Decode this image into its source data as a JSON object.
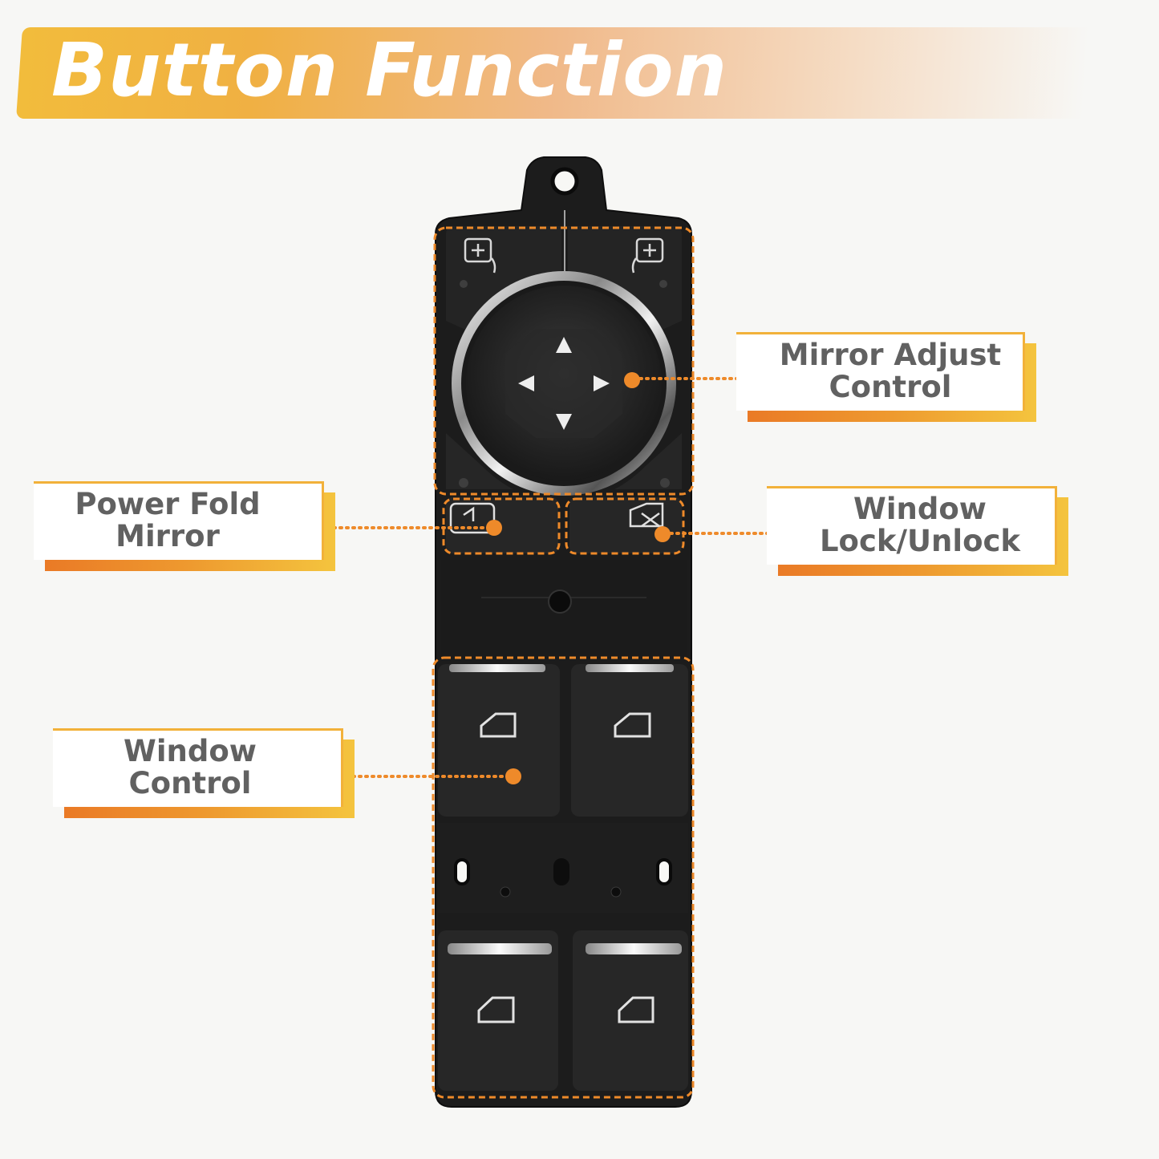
{
  "header": {
    "title": "Button Function"
  },
  "colors": {
    "accent": "#ee8a2a",
    "dark": "#1e1e1e",
    "label_text": "#616161"
  },
  "icons": {
    "mirror_left": "mirror-select-left-icon",
    "mirror_right": "mirror-select-right-icon",
    "mirror_joystick": "direction-arrows-icon",
    "power_fold": "power-fold-icon",
    "window_lock": "window-lock-icon",
    "window": "window-icon"
  },
  "callouts": {
    "mirror_adjust": {
      "line1": "Mirror Adjust",
      "line2": "Control"
    },
    "power_fold": {
      "line1": "Power Fold",
      "line2": "Mirror"
    },
    "window_lock": {
      "line1": "Window",
      "line2": "Lock/Unlock"
    },
    "window_control": {
      "line1": "Window",
      "line2": "Control"
    }
  }
}
